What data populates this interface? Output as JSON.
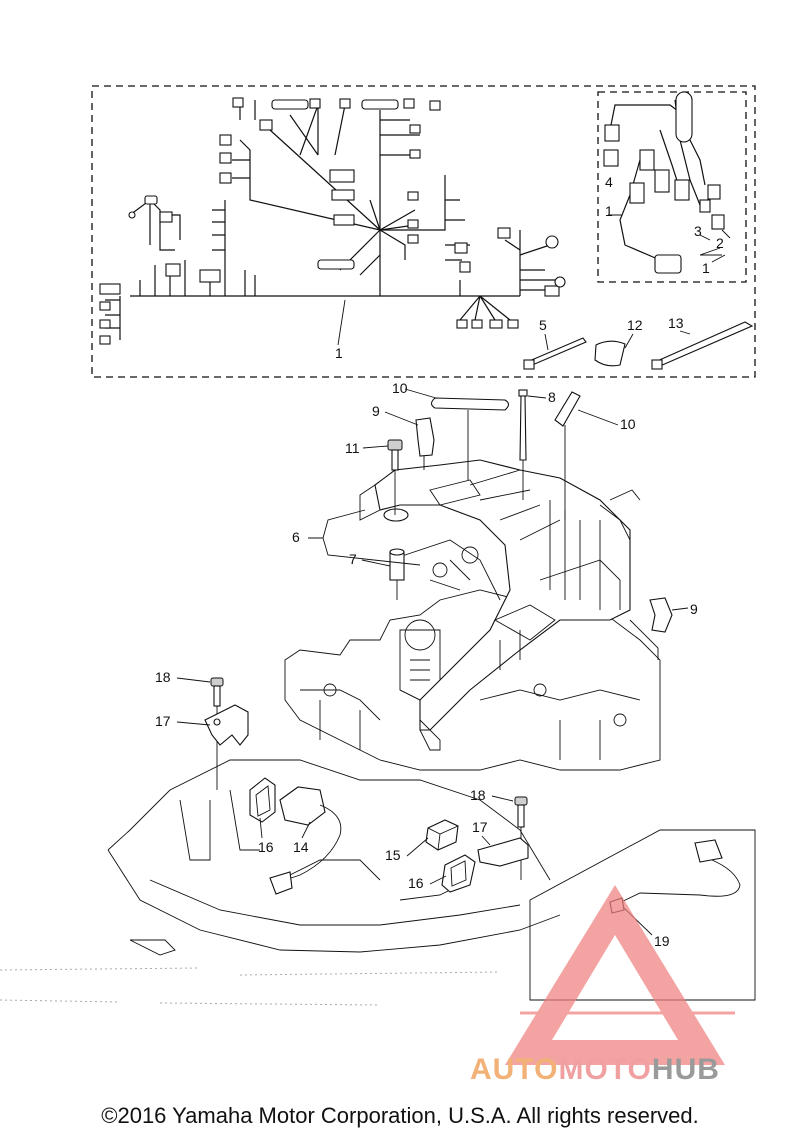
{
  "diagram": {
    "callouts": {
      "c1": "1",
      "c1b": "1",
      "c1c": "1",
      "c2": "2",
      "c3": "3",
      "c4": "4",
      "c5": "5",
      "c6": "6",
      "c7": "7",
      "c8": "8",
      "c9a": "9",
      "c9b": "9",
      "c10a": "10",
      "c10b": "10",
      "c11": "11",
      "c12": "12",
      "c13": "13",
      "c14": "14",
      "c15": "15",
      "c16a": "16",
      "c16b": "16",
      "c17a": "17",
      "c17b": "17",
      "c18a": "18",
      "c18b": "18",
      "c19": "19"
    }
  },
  "footer": {
    "copyright": "©2016 Yamaha Motor Corporation, U.S.A. All rights reserved."
  },
  "watermark": {
    "part1": "AUTO",
    "part2": "MOTO",
    "part3": "HUB"
  },
  "colors": {
    "watermark_red": "#f08080",
    "watermark_orange": "#f2b277",
    "watermark_gray": "#9a9a9a"
  }
}
